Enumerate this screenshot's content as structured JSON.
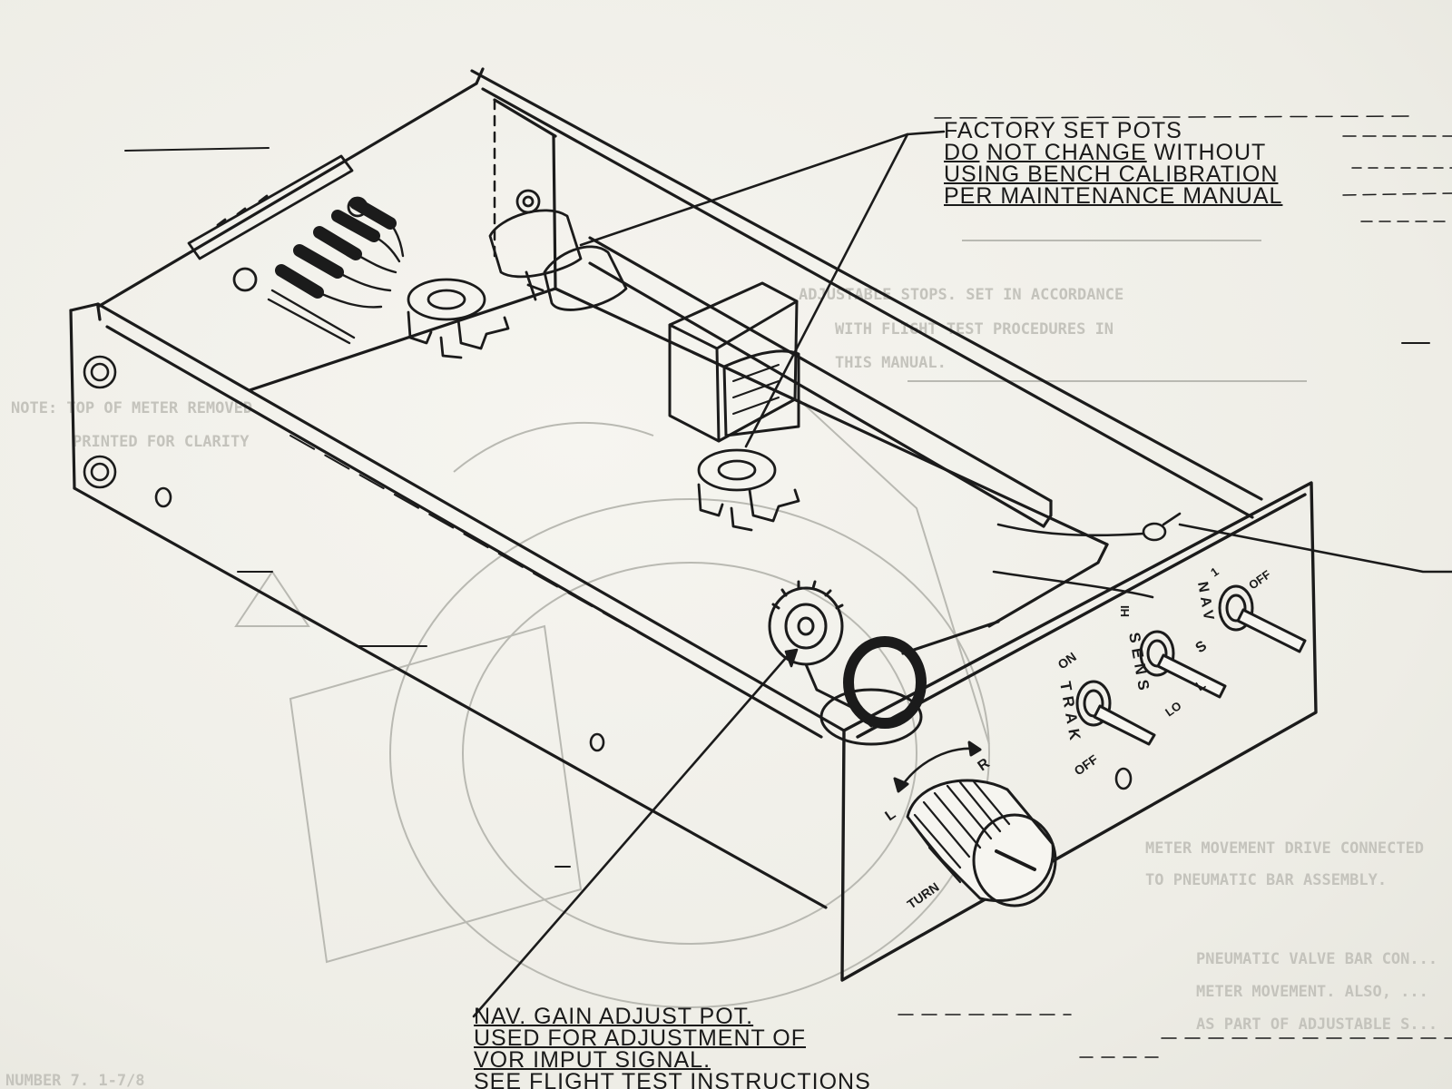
{
  "callouts": {
    "factory": {
      "line1": "FACTORY SET POTS",
      "line2_underlined_a": "DO",
      "line2_underlined_b": "NOT CHANGE",
      "line2_rest": "WITHOUT",
      "line3": "USING BENCH CALIBRATION",
      "line4": "PER MAINTENANCE MANUAL"
    },
    "nav_gain": {
      "line1": "NAV. GAIN ADJUST POT.",
      "line2": "USED FOR ADJUSTMENT OF",
      "line3": "VOR IMPUT SIGNAL.",
      "line4": "SEE FLIGHT TEST INSTRUCTIONS"
    }
  },
  "panel_labels": {
    "on": "ON",
    "off": "OFF",
    "trak": "TRAK",
    "sens": "SENS",
    "hi": "HI",
    "lo": "LO",
    "nav": "NAV",
    "nav_num": "1",
    "s": "S",
    "l_small": "L",
    "off2": "OFF",
    "knob_l": "L",
    "knob_r": "R",
    "turn": "TURN"
  },
  "bleed_through": {
    "line_a1": "ADJUSTABLE STOPS. SET IN ACCORDANCE",
    "line_a2": "WITH FLIGHT TEST PROCEDURES IN",
    "line_a3": "THIS MANUAL.",
    "line_b1": "NOTE: TOP OF METER REMOVED",
    "line_b2": "PRINTED FOR CLARITY",
    "line_c1": "METER MOVEMENT DRIVE CONNECTED",
    "line_c2": "TO PNEUMATIC BAR ASSEMBLY.",
    "line_d1": "PNEUMATIC VALVE BAR CON...",
    "line_d2": "METER MOVEMENT. ALSO, ...",
    "line_d3": "AS PART OF ADJUSTABLE S...",
    "line_e1": "NUMBER 7. 1-7/8"
  },
  "colors": {
    "ink": "#1b1b1b",
    "paper": "#f1f0ea",
    "bleed": "#c4c3bc"
  }
}
